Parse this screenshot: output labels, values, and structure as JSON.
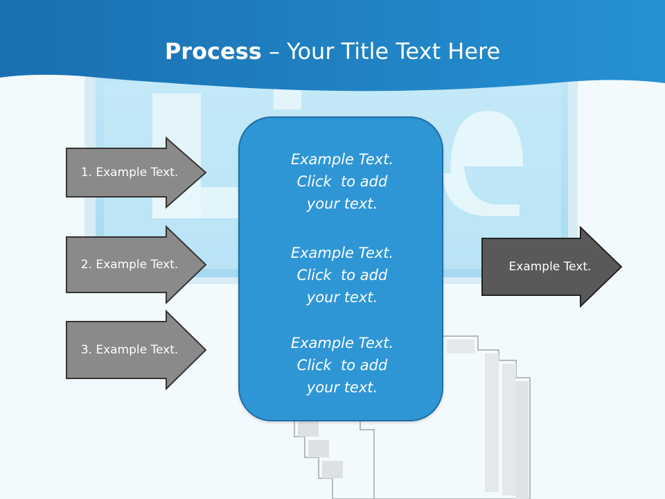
{
  "title": {
    "bold": "Process",
    "separator": " – ",
    "rest": "Your Title Text Here"
  },
  "left_arrows": [
    {
      "label": "1. Example Text."
    },
    {
      "label": "2. Example Text."
    },
    {
      "label": "3. Example Text."
    }
  ],
  "center_blocks": [
    {
      "lines": [
        "Example Text.",
        "Click  to add",
        "your text."
      ]
    },
    {
      "lines": [
        "Example Text.",
        "Click  to add",
        "your text."
      ]
    },
    {
      "lines": [
        "Example Text.",
        "Click  to add",
        "your text."
      ]
    }
  ],
  "right_arrow": {
    "label": "Example Text."
  },
  "colors": {
    "header": "#1b74b6",
    "center_box": "#2f96d6",
    "arrow_gray": "#8a8a8a",
    "arrow_dark": "#595959"
  }
}
